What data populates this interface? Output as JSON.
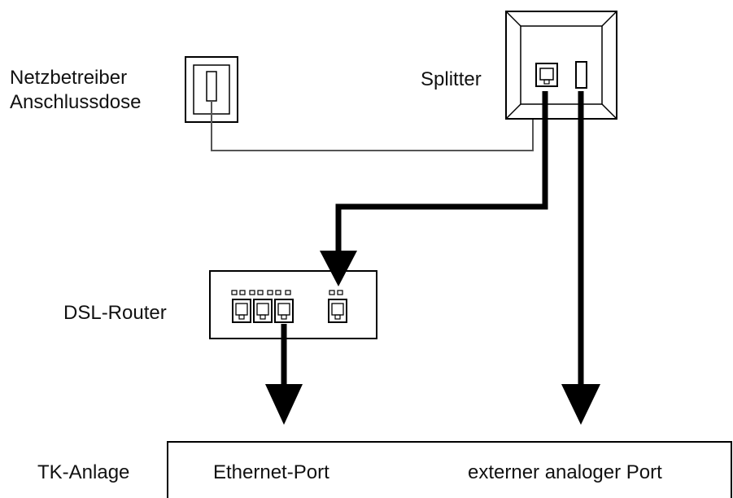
{
  "labels": {
    "netz_line1": "Netzbetreiber",
    "netz_line2": "Anschlussdose",
    "splitter": "Splitter",
    "dsl_router": "DSL-Router",
    "tk_anlage": "TK-Anlage",
    "ethernet_port": "Ethernet-Port",
    "analog_port": "externer analoger Port"
  },
  "colors": {
    "line": "#000000",
    "thin_line": "#444444",
    "background": "#ffffff"
  }
}
